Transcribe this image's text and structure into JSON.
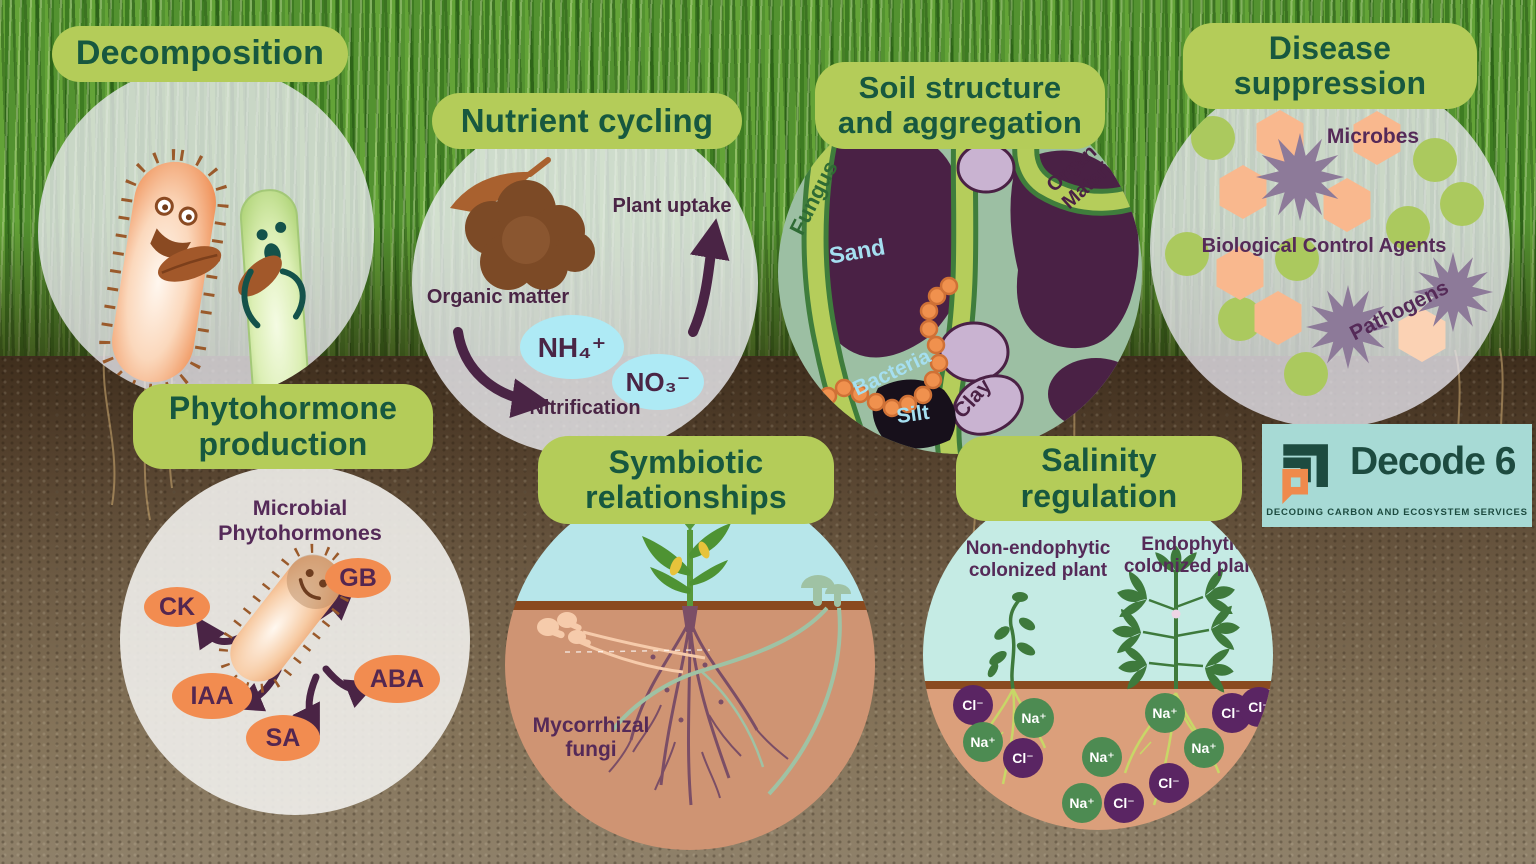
{
  "brand": {
    "logo_name": "Decode 6",
    "logo_tagline": "DECODING CARBON AND ECOSYSTEM SERVICES"
  },
  "colors": {
    "pill_green": "#b4cc59",
    "title_green": "#17583f",
    "label_purple": "#552a58",
    "accent_orange": "#f28c50",
    "cyan_bubble": "#aeeaf5",
    "ion_green": "#4d8b52",
    "ion_purple": "#5a2563",
    "sage_green": "#9cbfa3",
    "logo_teal": "#a7dad5"
  },
  "panels": {
    "decomposition": {
      "title": "Decomposition"
    },
    "nutrient_cycling": {
      "title": "Nutrient cycling",
      "plant_uptake": "Plant uptake",
      "organic_matter": "Organic matter",
      "nitrification": "Nitrification",
      "ammonium": "NH₄⁺",
      "nitrate": "NO₃⁻"
    },
    "soil_structure": {
      "title": "Soil structure\nand aggregation",
      "fungus": "Fungus",
      "sand": "Sand",
      "organic_material": "Organic\nMaterial",
      "bacteria": "Bacteria",
      "silt": "Silt",
      "clay": "Clay"
    },
    "disease_suppression": {
      "title": "Disease\nsuppression",
      "microbes": "Microbes",
      "biological_control_agents": "Biological Control Agents",
      "pathogens": "Pathogens"
    },
    "phytohormone": {
      "title": "Phytohormone\nproduction",
      "subtitle": "Microbial\nPhytohormones",
      "hormones": {
        "ck": "CK",
        "gb": "GB",
        "iaa": "IAA",
        "sa": "SA",
        "aba": "ABA"
      }
    },
    "symbiotic": {
      "title": "Symbiotic\nrelationships",
      "mycorrhizal_fungi": "Mycorrhizal\nfungi"
    },
    "salinity": {
      "title": "Salinity\nregulation",
      "non_endophytic": "Non-endophytic\ncolonized plant",
      "endophytic": "Endophytic\ncolonized plant",
      "ions": [
        "Cl⁻",
        "Na⁺",
        "Na⁺",
        "Cl⁻",
        "Na⁺",
        "Na⁺",
        "Cl⁻",
        "Na⁺",
        "Cl⁻",
        "Cl⁻",
        "Na⁺",
        "Cl⁻"
      ]
    }
  }
}
